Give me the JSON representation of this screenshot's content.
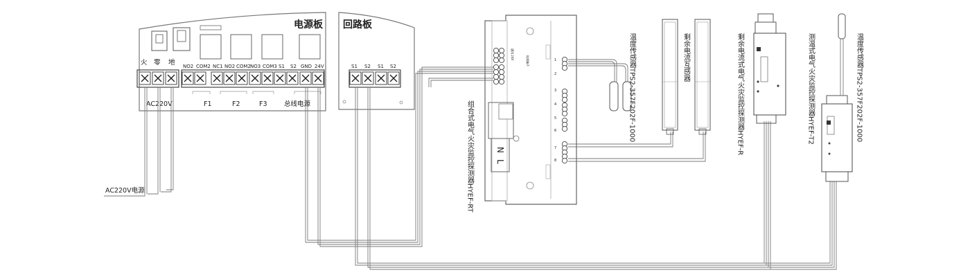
{
  "power_board": {
    "title": "电源板",
    "top_labels": [
      "火",
      "零",
      "地"
    ],
    "terminal_labels": [
      "NO2",
      "COM2",
      "NC1",
      "NO2",
      "COM2",
      "NO3",
      "COM3",
      "S1",
      "S2",
      "GND",
      "24V"
    ],
    "group_labels": {
      "ac": "AC220V",
      "f1": "F1",
      "f2": "F2",
      "f3": "F3",
      "bus": "总线电源"
    }
  },
  "loop_board": {
    "title": "回路板",
    "terminal_labels": [
      "S1",
      "S2",
      "S1",
      "S2"
    ]
  },
  "ac_supply_label": "AC220V电源",
  "rt_detector": {
    "label": "组合式电气火灾监控探测器HYEF-RT",
    "n_mark": "N",
    "l_mark": "L",
    "channel_numbers": [
      "1",
      "2",
      "3",
      "4",
      "5",
      "6",
      "7",
      "8"
    ]
  },
  "temp_sensor_1": {
    "label": "温度传感器TPS2-357F202F-1000"
  },
  "residual_ct": {
    "label": "剩余电流互感器"
  },
  "r_detector": {
    "label": "剩余电流式电气火灾监控探测器HYEF-R"
  },
  "t2_detector": {
    "label": "测温式电气火灾监控探测器HYEF-T2"
  },
  "temp_sensor_2": {
    "label": "温度传感器TPS2-357F202F-1000"
  }
}
